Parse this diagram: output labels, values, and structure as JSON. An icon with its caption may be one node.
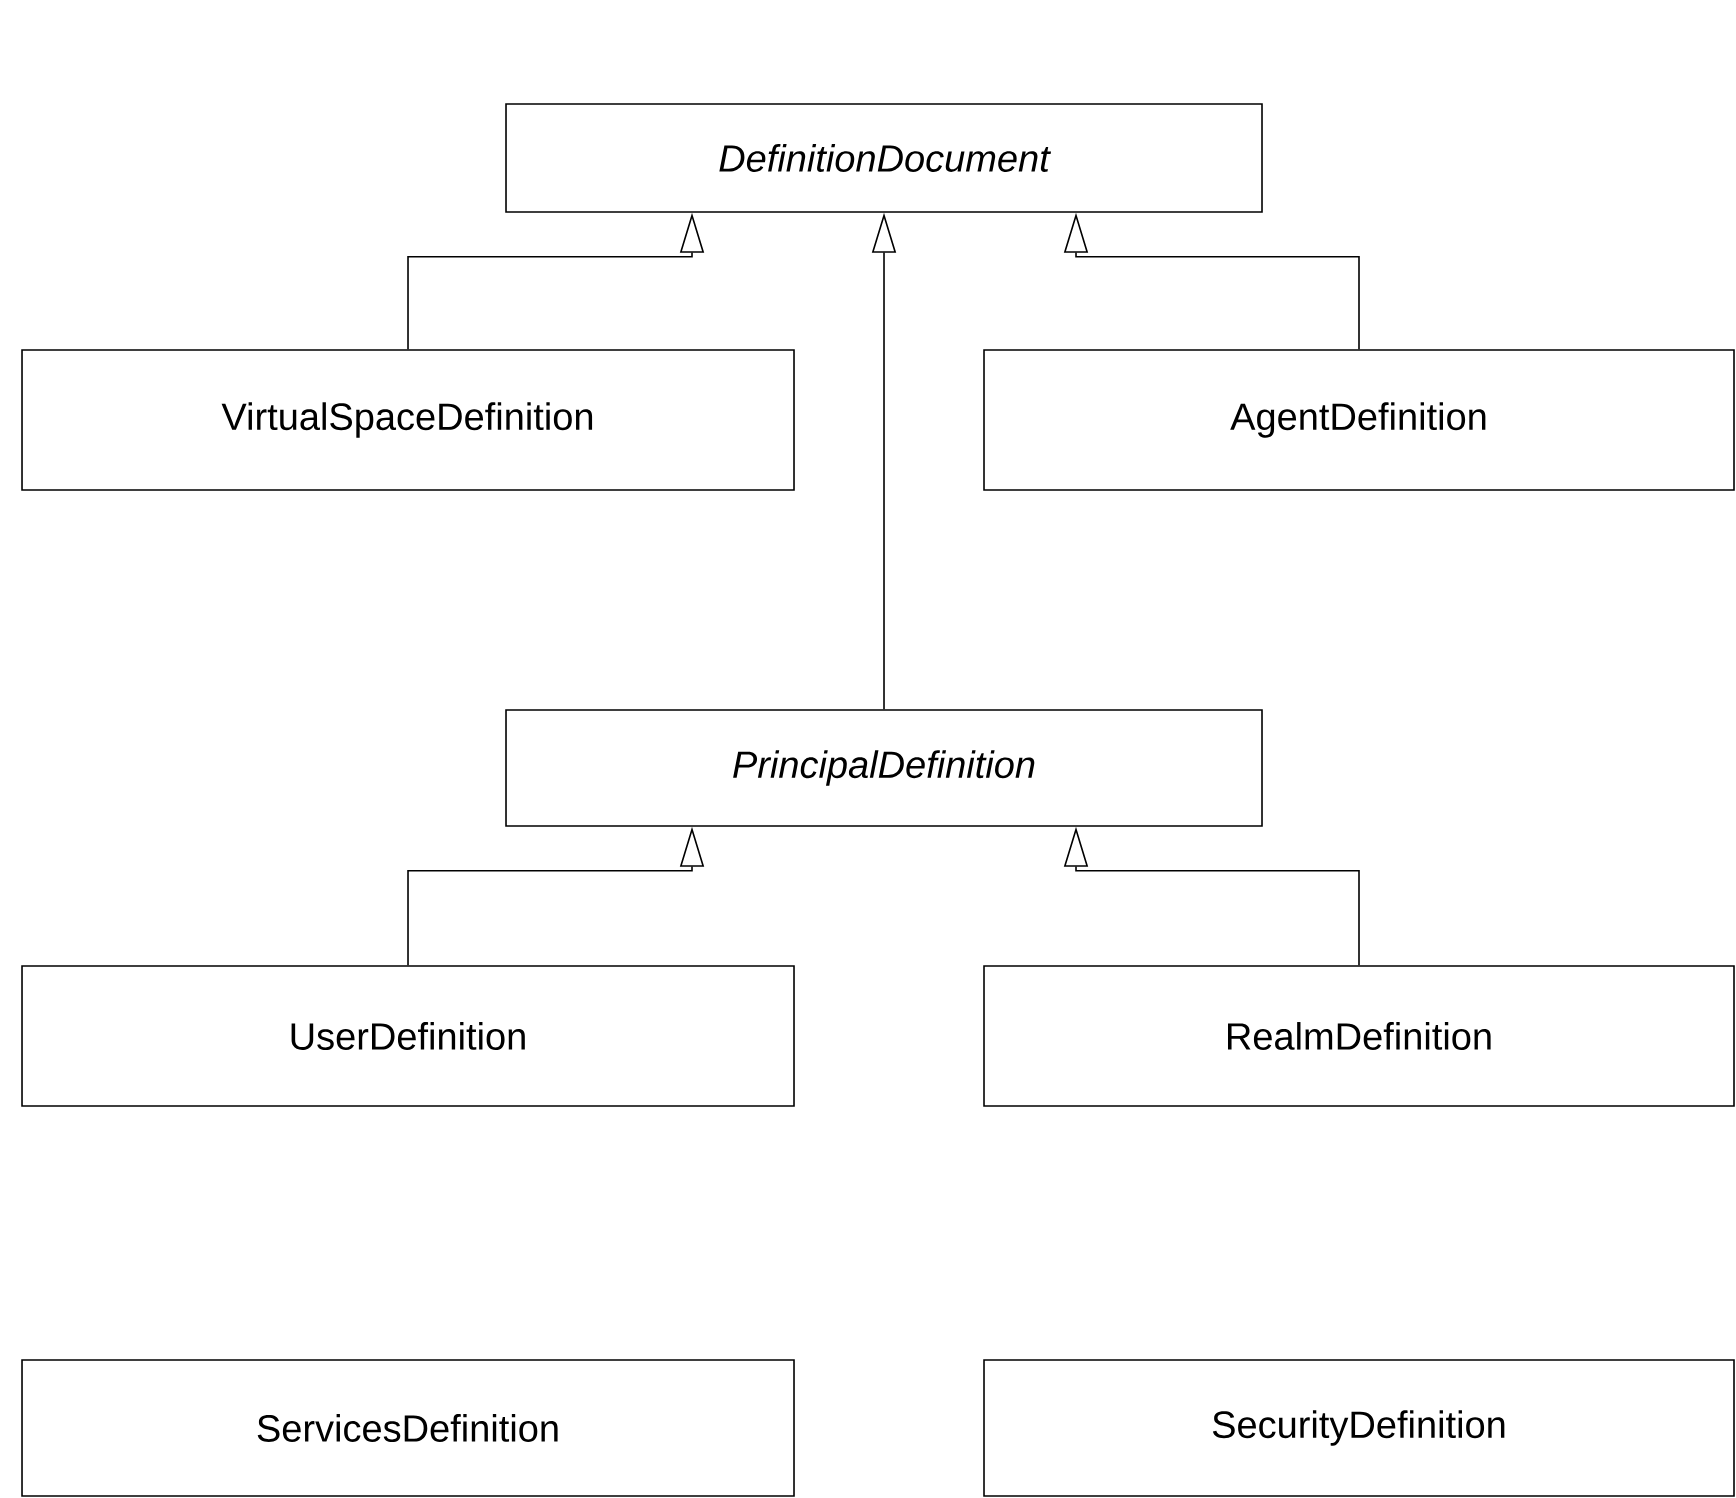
{
  "diagram": {
    "nodes": [
      {
        "text": [
          "DefinitionDocument"
        ]
      },
      {
        "text": [
          "VirtualSpaceDefinition"
        ]
      },
      {
        "text": [
          "AgentDefinition"
        ]
      },
      {
        "text": [
          "PrincipalDefinition"
        ]
      },
      {
        "text": [
          "UserDefinition"
        ]
      },
      {
        "text": [
          "RealmDefinition"
        ]
      },
      {
        "text": [
          "ServicesDefinition"
        ]
      },
      {
        "text": [
          "SecurityDefinition"
        ]
      }
    ],
    "edges": [
      {
        "from": 1,
        "to": 0,
        "arrow": "to"
      },
      {
        "from": 3,
        "to": 0,
        "arrow": "to"
      },
      {
        "from": 2,
        "to": 0,
        "arrow": "to"
      },
      {
        "from": 4,
        "to": 3,
        "arrow": "to"
      },
      {
        "from": 5,
        "to": 3,
        "arrow": "to"
      }
    ]
  }
}
